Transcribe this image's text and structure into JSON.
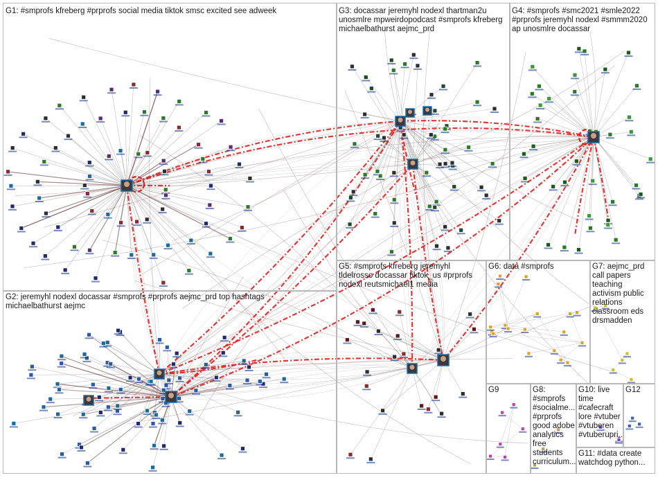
{
  "groups": [
    {
      "id": "G1",
      "label": "G1: #smprofs kfreberg #prprofs social media tiktok smsc excited see adweek"
    },
    {
      "id": "G2",
      "label": "G2: jeremyhl nodexl docassar #smprofs #prprofs aejmc_prd top hashtags\nmichaelbathurst aejmc"
    },
    {
      "id": "G3",
      "label": "G3: docassar jeremyhl nodexl thartman2u\nunosmlre mpweirdopodcast #smprofs kfreberg\nmichaelbathurst aejmc_prd"
    },
    {
      "id": "G4",
      "label": "G4: #smprofs #smc2021 #smle2022\n#prprofs jeremyhl nodexl #smmm2020\nap unosmlre docassar"
    },
    {
      "id": "G5",
      "label": "G5: #smprofs kfreberg jeremyhl\ntldelrosso docassar tiktok_us #prprofs\nnodexl reutsmichael1 media"
    },
    {
      "id": "G6",
      "label": "G6: data #smprofs"
    },
    {
      "id": "G7",
      "label": "G7: aejmc_prd\ncall papers\nteaching\nactivism public\nrelations\nclassroom eds\ndrsmadden"
    },
    {
      "id": "G8",
      "label": "G8:\n#smprofs\n#socialme...\n#prprofs\ngood adobe\nanalytics\nfree\nstudents\ncurriculum..."
    },
    {
      "id": "G9",
      "label": "G9"
    },
    {
      "id": "G10",
      "label": "G10: live\ntime\n#cafecraft\nlore #vtuber\n#vtuberen\n#vtuberupri..."
    },
    {
      "id": "G11",
      "label": "G11: #data create\nwatchdog python..."
    },
    {
      "id": "G12",
      "label": "G12"
    }
  ],
  "colors": {
    "border": "#b8b8b8",
    "edge": "#8a8a8a",
    "edge_strong": "#7a4a4a",
    "edge_red": "#e02020",
    "node_shapes": [
      "#1f2a6b",
      "#2d2d2d",
      "#5a2a7a",
      "#1a6a9a",
      "#2a7a2a",
      "#8a2a2a"
    ]
  },
  "icons": {
    "node": "square-node-icon",
    "hub": "avatar-hub-icon"
  }
}
